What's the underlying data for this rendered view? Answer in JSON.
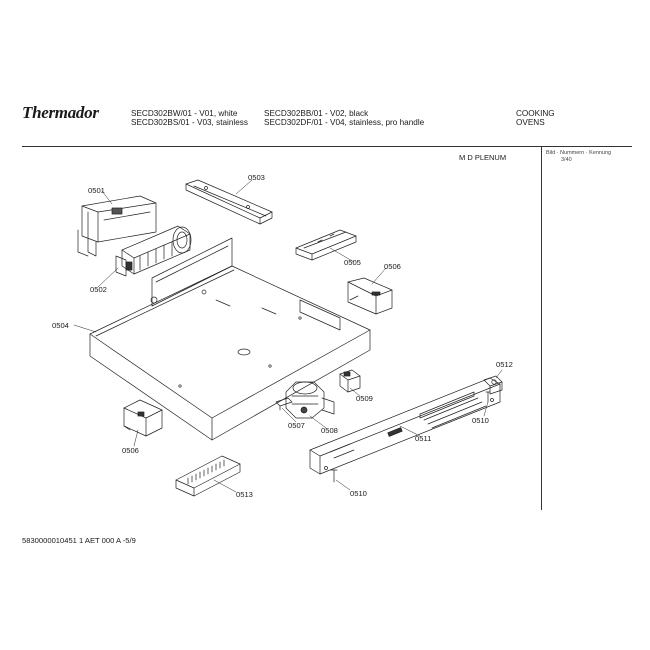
{
  "header": {
    "brand": "Thermador",
    "models_left": [
      "SECD302BW/01  -  V01, white",
      "SECD302BS/01  -  V03, stainless"
    ],
    "models_right": [
      "SECD302BB/01  -  V02, black",
      "SECD302DF/01  -  V04, stainless, pro handle"
    ],
    "category": [
      "COOKING",
      "OVENS"
    ],
    "side_note": [
      "Bild · Nummern · Kennung",
      "3/40"
    ]
  },
  "section_title": "M D PLENUM",
  "callouts": {
    "c0501": "0501",
    "c0502": "0502",
    "c0503": "0503",
    "c0504": "0504",
    "c0505": "0505",
    "c0506a": "0506",
    "c0506b": "0506",
    "c0507": "0507",
    "c0508": "0508",
    "c0509": "0509",
    "c0510a": "0510",
    "c0510b": "0510",
    "c0511": "0511",
    "c0512": "0512",
    "c0513": "0513"
  },
  "footer": "5830000010451 1 AET 000 A   -5/9"
}
